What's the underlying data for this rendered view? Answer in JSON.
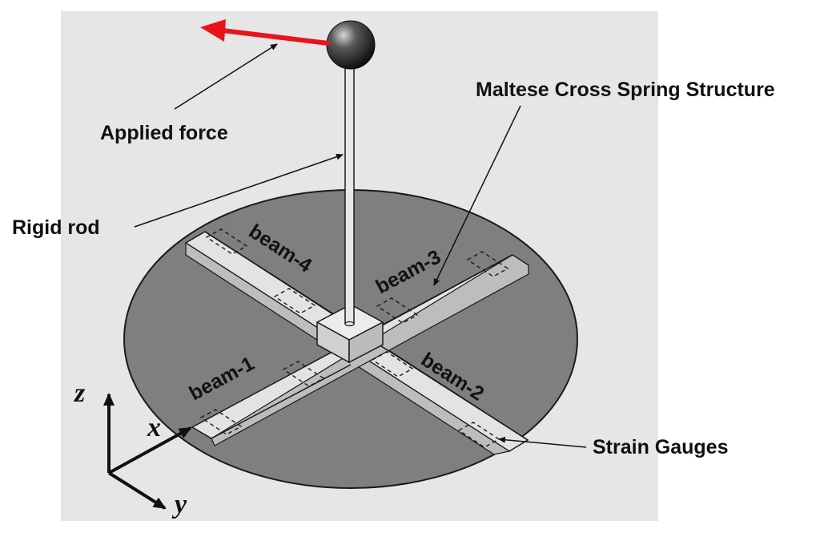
{
  "labels": {
    "applied_force": "Applied force",
    "rigid_rod": "Rigid rod",
    "maltese_cross": "Maltese Cross Spring Structure",
    "strain_gauges": "Strain Gauges"
  },
  "beams": {
    "beam1": "beam-1",
    "beam2": "beam-2",
    "beam3": "beam-3",
    "beam4": "beam-4"
  },
  "axes": {
    "x": "x",
    "y": "y",
    "z": "z"
  },
  "colors": {
    "panel_background": "#e6e6e6",
    "disc_fill": "#7f7f7f",
    "beam_fill": "#e3e3e3",
    "force_arrow": "#e8141b",
    "outline": "#1a1a1a"
  }
}
